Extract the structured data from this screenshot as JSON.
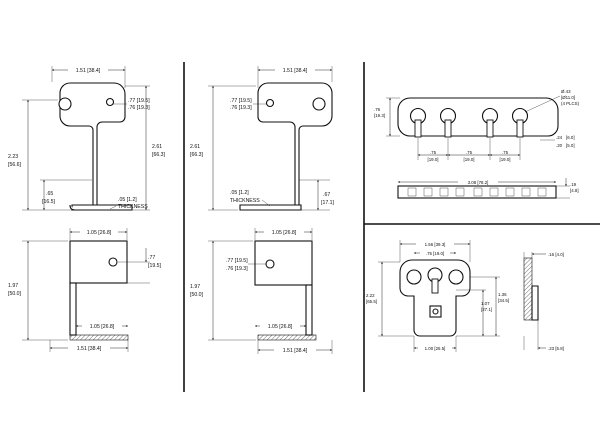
{
  "views": {
    "tl": {
      "width": "1.51 [38.4]",
      "hole_top": ".77 [19.5]",
      "hole_bot": ".76 [19.3]",
      "height_left": "2.23",
      "height_left_mm": "[56.6]",
      "height_right": "2.61",
      "height_right_mm": "[66.3]",
      "leg_h": ".65",
      "leg_h_mm": "[16.5]",
      "thick": ".05 [1.2]",
      "thick_label": "THICKNESS"
    },
    "tm": {
      "width": "1.51 [38.4]",
      "hole_top": ".77 [19.5]",
      "hole_bot": ".76 [19.3]",
      "height_left": "2.61",
      "height_left_mm": "[66.3]",
      "thick": ".05 [1.2]",
      "thick_label": "THICKNESS",
      "leg_h": ".67",
      "leg_h_mm": "[17.1]"
    },
    "bl": {
      "top_w": "1.05 [26.8]",
      "hole_h": ".77",
      "hole_h_mm": "[19.5]",
      "height": "1.97",
      "height_mm": "[50.0]",
      "foot_w": "1.05 [26.8]",
      "base_w": "1.51 [38.4]"
    },
    "bm": {
      "top_w": "1.05 [26.8]",
      "hole_top": ".77 [19.5]",
      "hole_bot": ".76 [19.3]",
      "height": "1.97",
      "height_mm": "[50.0]",
      "foot_w": "1.05 [26.8]",
      "base_w": "1.51 [38.4]"
    },
    "tr": {
      "height": ".76",
      "height_mm": "[19.3]",
      "hole_d": "Ø.43",
      "hole_d_mm": "[Ø11.0]",
      "hole_count": "(4 PLCS)",
      "sp1": ".75",
      "sp1_mm": "[19.0]",
      "sp2": ".75",
      "sp2_mm": "[19.0]",
      "sp3": ".75",
      "sp3_mm": "[19.0]",
      "slot_a": ".24",
      "slot_a_mm": "[6.0]",
      "slot_b": ".20",
      "slot_b_mm": "[5.0]",
      "length": "3.08 [78.2]",
      "thick": ".19",
      "thick_mm": "[4.8]"
    },
    "br": {
      "width": "1.56 [39.3]",
      "spacing": ".75 [19.0]",
      "height_l": "2.22",
      "height_l_mm": "[65.5]",
      "height_a": "1.36",
      "height_a_mm": "[34.5]",
      "height_b": "1.07",
      "height_b_mm": "[27.1]",
      "base": "1.00 [25.5]",
      "side_top": ".16 [4.0]",
      "side_bot": ".23 [5.8]"
    }
  }
}
